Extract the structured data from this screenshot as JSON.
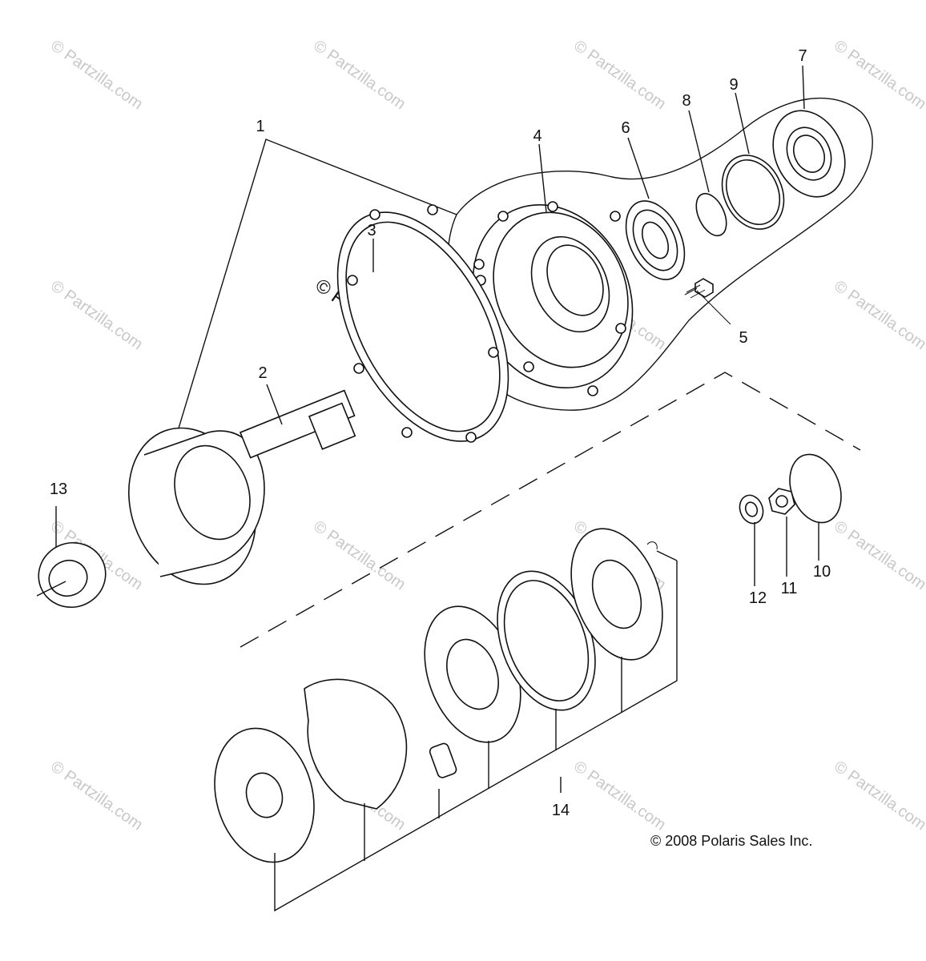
{
  "callouts": [
    "1",
    "2",
    "3",
    "4",
    "5",
    "6",
    "7",
    "8",
    "9",
    "10",
    "11",
    "12",
    "13",
    "14"
  ],
  "watermark_main": "© Partzilla.com",
  "watermark_small": "© Partzilla.com",
  "copyright": "© 2008 Polaris Sales Inc.",
  "colors": {
    "ink": "#111111",
    "watermark": "#c8c8c8",
    "background": "#ffffff"
  }
}
